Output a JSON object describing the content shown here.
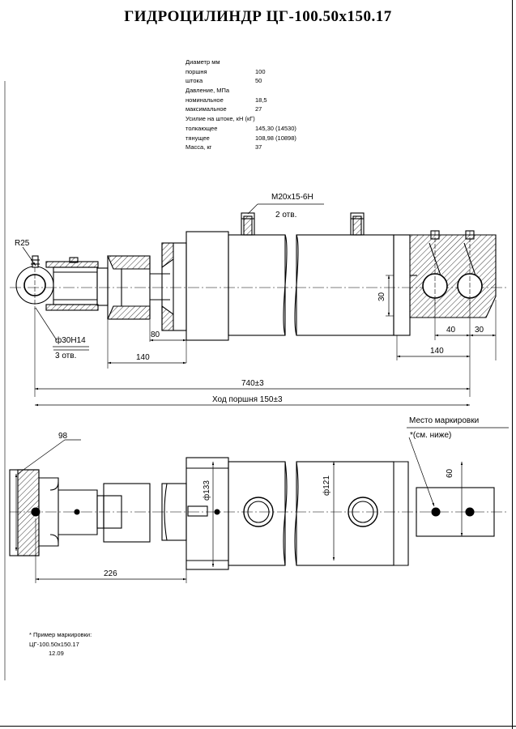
{
  "title": "ГИДРОЦИЛИНДР  ЦГ-100.50x150.17",
  "spec": [
    {
      "label": "Диаметр мм",
      "value": ""
    },
    {
      "label": "поршня",
      "value": "100"
    },
    {
      "label": "штока",
      "value": "50"
    },
    {
      "label": "Давление, МПа",
      "value": ""
    },
    {
      "label": "номинальное",
      "value": "18,5"
    },
    {
      "label": "максимальное",
      "value": "27"
    },
    {
      "label": "Усилие на штоке, кН (кГ)",
      "value": ""
    },
    {
      "label": "толкающее",
      "value": "145,30 (14530)"
    },
    {
      "label": "тянущее",
      "value": "108,98 (10898)"
    },
    {
      "label": "Масса, кг",
      "value": "37"
    }
  ],
  "dims": {
    "thread": "M20x15-6H",
    "ports": "2 отв.",
    "radius": "R25",
    "hole_dia": "ф30H14",
    "holes": "3 отв.",
    "d80": "80",
    "d140_left": "140",
    "d30_mid": "30",
    "d40": "40",
    "d30_right": "30",
    "d140_right": "140",
    "total": "740±3",
    "stroke": "Ход поршня 150±3",
    "d98": "98",
    "marking_place": "Место маркировки",
    "marking_ref": "*(см. ниже)",
    "d60": "60",
    "dia133": "ф133",
    "dia121": "ф121",
    "d226": "226"
  },
  "note": {
    "line1": "* Пример маркировки:",
    "line2": "ЦГ-100.50x150.17",
    "line3": "12.09"
  }
}
